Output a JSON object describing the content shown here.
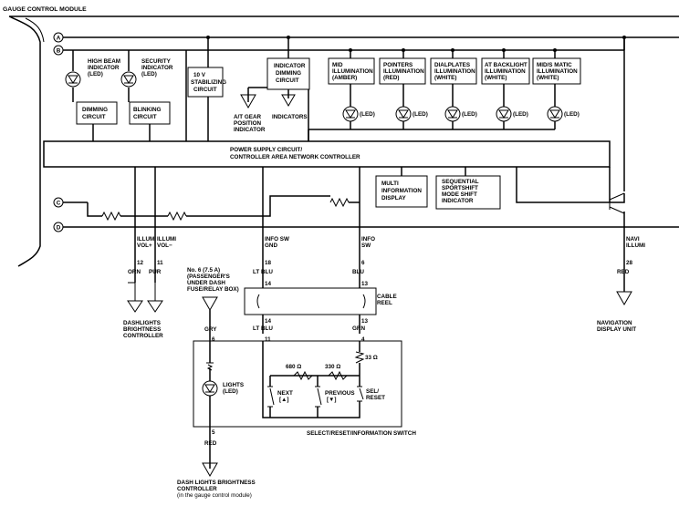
{
  "title": "GAUGE CONTROL MODULE",
  "rails": [
    "A",
    "B",
    "C",
    "D"
  ],
  "blocks": {
    "high_beam": [
      "HIGH BEAM",
      "INDICATOR",
      "(LED)"
    ],
    "security": [
      "SECURITY",
      "INDICATOR",
      "(LED)"
    ],
    "dimming": [
      "DIMMING",
      "CIRCUIT"
    ],
    "blinking": [
      "BLINKING",
      "CIRCUIT"
    ],
    "stabilizing": [
      "10 V",
      "STABILIZING",
      "CIRCUIT"
    ],
    "indicator_dimming": [
      "INDICATOR",
      "DIMMING",
      "CIRCUIT"
    ],
    "at_gear": [
      "A/T GEAR",
      "POSITION",
      "INDICATOR"
    ],
    "indicators": "INDICATORS",
    "power_supply": [
      "POWER SUPPLY CIRCUIT/",
      "CONTROLLER AREA NETWORK CONTROLLER"
    ],
    "multi_info": [
      "MULTI",
      "INFORMATION",
      "DISPLAY"
    ],
    "sequential": [
      "SEQUENTIAL",
      "SPORTSHIFT",
      "MODE SHIFT",
      "INDICATOR"
    ]
  },
  "illum_boxes": [
    [
      "MID",
      "ILLUMINATION",
      "(AMBER)"
    ],
    [
      "POINTERS",
      "ILLUMINATION",
      "(RED)"
    ],
    [
      "DIALPLATES",
      "ILLUMINATION",
      "(WHITE)"
    ],
    [
      "AT BACKLIGHT",
      "ILLUMINATION",
      "(WHITE)"
    ],
    [
      "MID/S MATIC",
      "ILLUMINATION",
      "(WHITE)"
    ]
  ],
  "led_label": "(LED)",
  "terminals": {
    "illumi_pos": [
      "ILLUMI",
      "VOL+"
    ],
    "illumi_neg": [
      "ILLUMI",
      "VOL−"
    ],
    "info_gnd": [
      "INFO SW",
      "GND"
    ],
    "info_sw": [
      "INFO",
      "SW"
    ],
    "navi": [
      "NAVI",
      "ILLUMI"
    ]
  },
  "pins": [
    "12",
    "11",
    "18",
    "6",
    "28",
    "14",
    "13",
    "14",
    "13",
    "6",
    "11",
    "4",
    "5"
  ],
  "wire_colors": [
    "ORN",
    "PUR",
    "LT BLU",
    "BLU",
    "RED",
    "LT BLU",
    "GRN",
    "GRY",
    "RED"
  ],
  "fuse": [
    "No. 6 (7.5 A)",
    "(PASSENGER'S",
    "UNDER DASH",
    "FUSE/RELAY BOX)"
  ],
  "cable_reel": [
    "CABLE",
    "REEL"
  ],
  "dashlights": [
    "DASHLIGHTS",
    "BRIGHTNESS",
    "CONTROLLER"
  ],
  "navigation": [
    "NAVIGATION",
    "DISPLAY UNIT"
  ],
  "resistors": [
    "680 Ω",
    "330 Ω",
    "33 Ω"
  ],
  "switches": {
    "next": [
      "NEXT",
      "[▲]"
    ],
    "previous": [
      "PREVIOUS",
      "[▼]"
    ],
    "sel": [
      "SEL/",
      "RESET"
    ]
  },
  "lights": [
    "LIGHTS",
    "(LED)"
  ],
  "switch_caption": "SELECT/RESET/INFORMATION SWITCH",
  "dash_controller": [
    "DASH LIGHTS BRIGHTNESS",
    "CONTROLLER",
    "(in the gauge control module)"
  ]
}
